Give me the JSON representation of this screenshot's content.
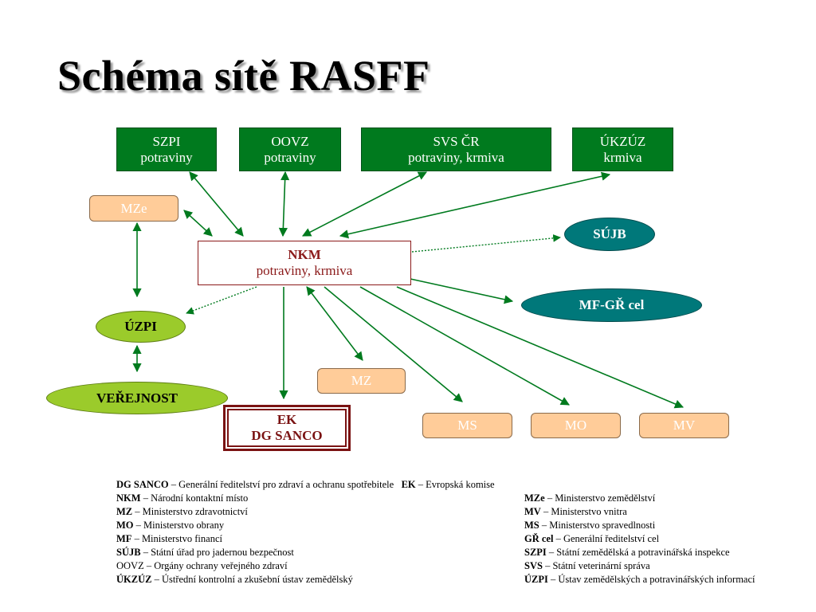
{
  "title": "Schéma sítě RASFF",
  "nodes": {
    "szpi": {
      "l1": "SZPI",
      "l2": "potraviny"
    },
    "oovz": {
      "l1": "OOVZ",
      "l2": "potraviny"
    },
    "svs": {
      "l1": "SVS ČR",
      "l2": "potraviny, krmiva"
    },
    "ukzuz": {
      "l1": "ÚKZÚZ",
      "l2": "krmiva"
    },
    "mze": {
      "l1": "MZe"
    },
    "nkm": {
      "l1": "NKM",
      "l2": "potraviny, krmiva"
    },
    "sujb": {
      "l1": "SÚJB"
    },
    "mfgr": {
      "l1": "MF-GŘ cel"
    },
    "uzpi": {
      "l1": "ÚZPI"
    },
    "verejnost": {
      "l1": "VEŘEJNOST"
    },
    "mz": {
      "l1": "MZ"
    },
    "ek": {
      "l1": "EK",
      "l2": "DG SANCO"
    },
    "ms": {
      "l1": "MS"
    },
    "mo": {
      "l1": "MO"
    },
    "mv": {
      "l1": "MV"
    }
  },
  "legend": {
    "left": [
      {
        "abbr": "DG SANCO",
        "text": " – Generální ředitelství pro zdraví a ochranu spotřebitele"
      },
      {
        "abbr": "NKM",
        "text": " – Národní kontaktní místo"
      },
      {
        "abbr": "MZ",
        "text": " – Ministerstvo zdravotnictví"
      },
      {
        "abbr": "MO",
        "text": " – Ministerstvo obrany"
      },
      {
        "abbr": "MF",
        "text": " – Ministerstvo financí"
      },
      {
        "abbr": "SÚJB",
        "text": " – Státní úřad pro jadernou bezpečnost"
      },
      {
        "abbr": "",
        "text": "OOVZ – Orgány ochrany veřejného zdraví"
      },
      {
        "abbr": "ÚKZÚZ",
        "text": " – Ústřední kontrolní a zkušební ústav zemědělský"
      }
    ],
    "ek_row": {
      "abbr": "EK",
      "text": " – Evropská komise"
    },
    "right": [
      {
        "abbr": "MZe",
        "text": " – Ministerstvo zemědělství"
      },
      {
        "abbr": "MV",
        "text": " – Ministerstvo vnitra"
      },
      {
        "abbr": "MS",
        "text": " – Ministerstvo spravedlnosti"
      },
      {
        "abbr": "GŘ cel",
        "text": " – Generální ředitelství cel"
      },
      {
        "abbr": "SZPI",
        "text": " – Státní zemědělská a potravinářská inspekce"
      },
      {
        "abbr": "SVS",
        "text": " – Státní veterinární správa"
      },
      {
        "abbr": "ÚZPI",
        "text": " – Ústav zemědělských a potravinářských informací"
      }
    ]
  },
  "colors": {
    "green_box": "#007A1E",
    "peach_box": "#FFCC99",
    "teal_ellipse": "#00787A",
    "lime_ellipse": "#9BCB2B",
    "nkm_border": "#8B1A1A",
    "arrow": "#007A1E"
  }
}
